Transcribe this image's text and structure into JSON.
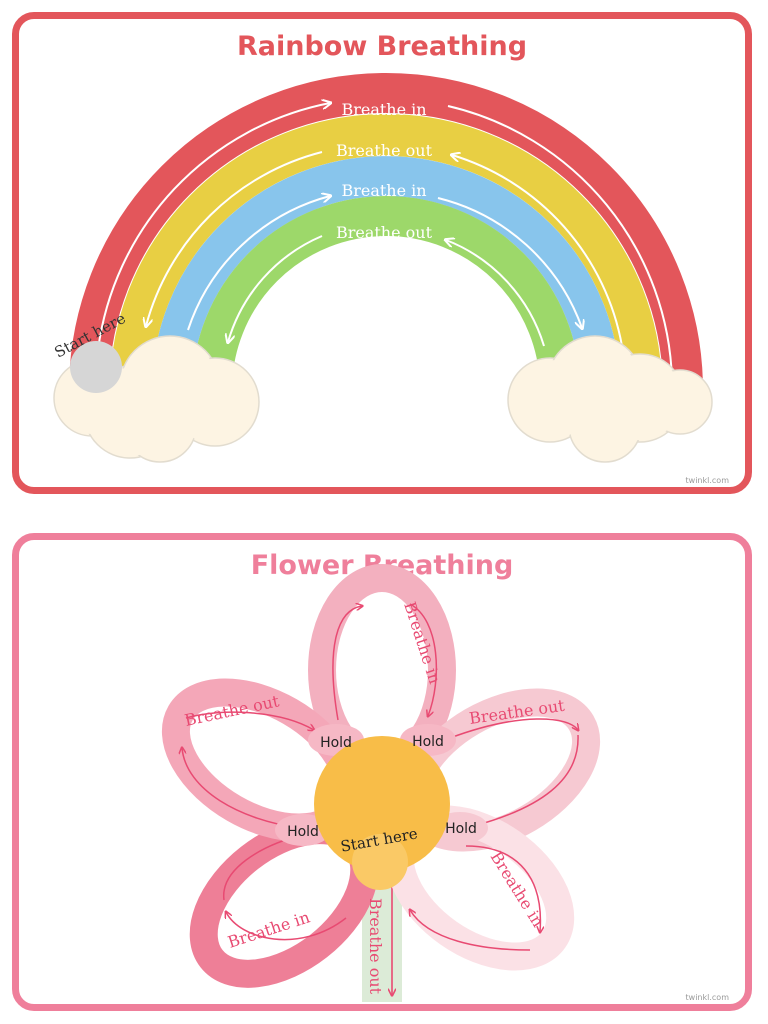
{
  "rainbow": {
    "title": "Rainbow Breathing",
    "start_label": "Start here",
    "bands": [
      {
        "label": "Breathe in",
        "color": "#e3565b"
      },
      {
        "label": "Breathe out",
        "color": "#e8cf43"
      },
      {
        "label": "Breathe in",
        "color": "#88c5ec"
      },
      {
        "label": "Breathe out",
        "color": "#9dd86a"
      }
    ],
    "watermark": "twinkl.com"
  },
  "flower": {
    "title": "Flower Breathing",
    "center_label": "Start here",
    "hold_label": "Hold",
    "petals": {
      "top": "Breathe in",
      "upper_right": "Breathe out",
      "lower_right": "Breathe in",
      "lower_left": "Breathe in",
      "upper_left": "Breathe out",
      "stem": "Breathe out"
    },
    "colors": {
      "center": "#f8bd48",
      "stem": "#dcebd7",
      "petal_top": "#f3b0bf",
      "petal_upper_right": "#f6c9d2",
      "petal_lower_right": "#fbe1e6",
      "petal_lower_left": "#ee7f97",
      "petal_upper_left": "#f4a7b8"
    },
    "watermark": "twinkl.com"
  }
}
